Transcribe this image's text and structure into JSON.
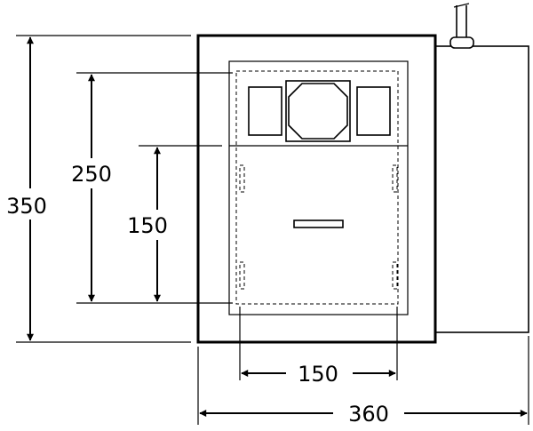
{
  "dimensions": {
    "overall_height": "350",
    "inner_height": "250",
    "door_height": "150",
    "door_width": "150",
    "overall_width": "360"
  }
}
